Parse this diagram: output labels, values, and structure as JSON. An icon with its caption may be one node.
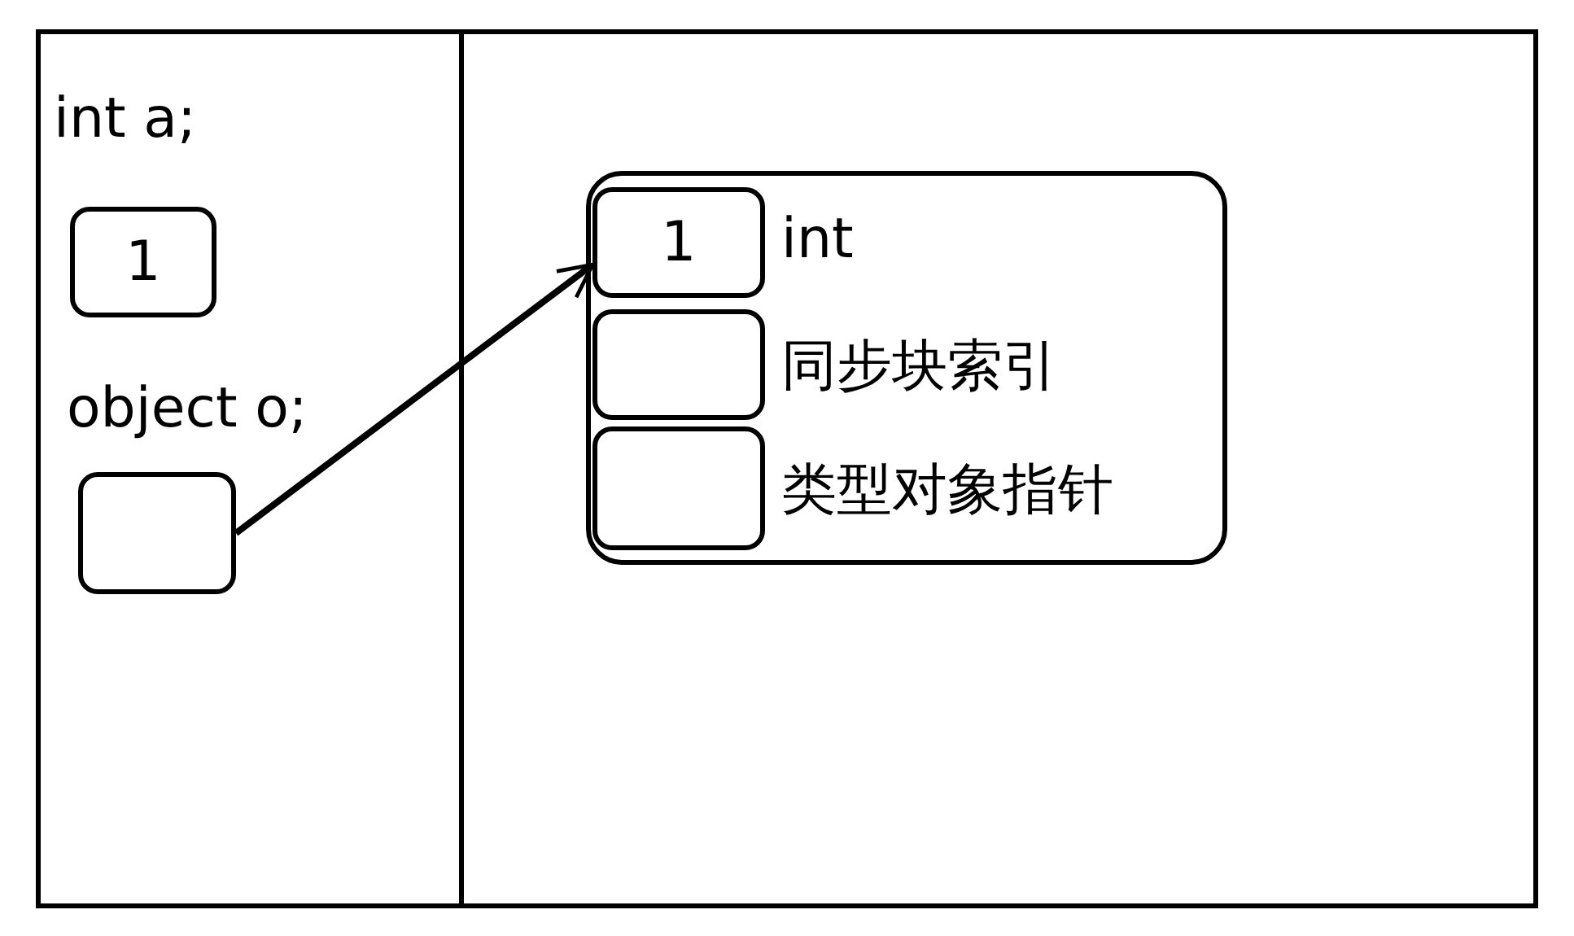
{
  "diagram": {
    "nodes": [
      {
        "text": [],
        "shape": "box"
      },
      {
        "text": [
          "int a;",
          "1"
        ],
        "in": 0
      },
      {
        "text": [
          "object o;"
        ],
        "in": 0
      },
      {
        "text": [],
        "shape": "box"
      },
      {
        "text": [],
        "shape": "box",
        "in": 3
      },
      {
        "text": [
          "1"
        ],
        "beside": [
          "int"
        ],
        "in": 4
      },
      {
        "text": [],
        "shape": "box",
        "beside": [
          "同步块索引"
        ],
        "in": 4
      },
      {
        "text": [],
        "shape": "box",
        "beside": [
          "类型对象指针"
        ],
        "in": 4
      }
    ],
    "edges": [
      {
        "from": 2,
        "to": 5,
        "arrow": "to"
      }
    ]
  }
}
